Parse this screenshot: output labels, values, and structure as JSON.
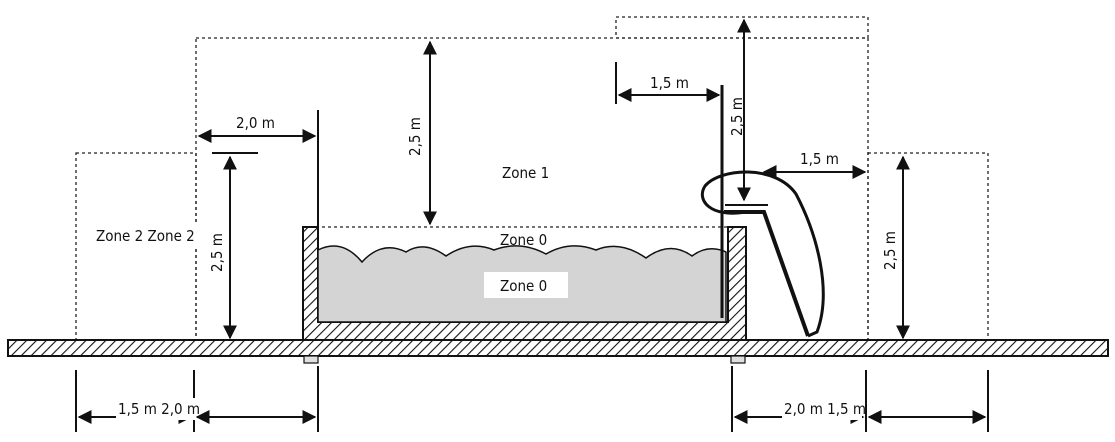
{
  "labels": {
    "zone1": "Zone 1",
    "zone0_top": "Zone 0",
    "zone0_water": "Zone 0",
    "zone2_left": "Zone 2 Zone 2",
    "height_center": "2,5 m",
    "height_left": "2,5 m",
    "height_right": "2,5 m",
    "height_slide": "2,5 m",
    "width_left_inner": "2,0 m",
    "width_slide_top": "1,5 m",
    "width_slide_right": "1,5 m",
    "bottom_left": "1,5 m 2,0 m",
    "bottom_right": "2,0 m 1,5 m"
  },
  "colors": {
    "line": "#111111",
    "water": "#d4d4d4",
    "zone2_fill": "#e4e4e4",
    "label_box": "#ffffff"
  }
}
